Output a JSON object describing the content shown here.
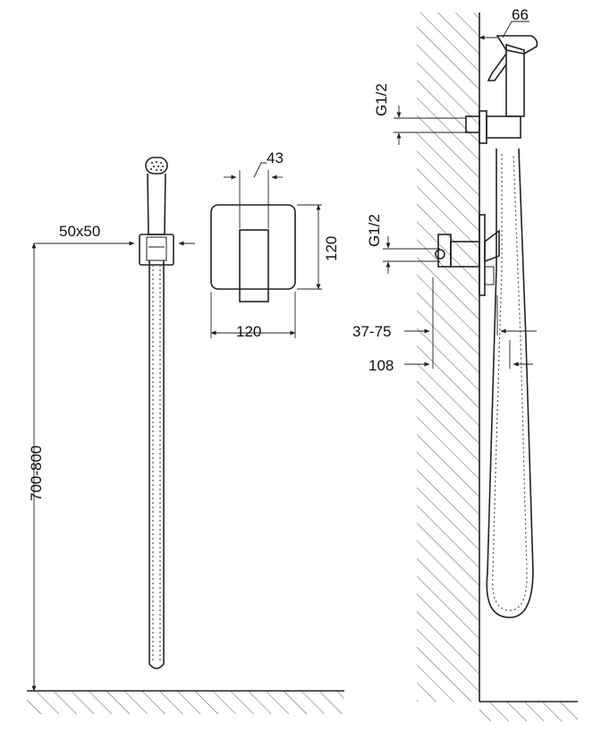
{
  "labels": {
    "mount_size": "50x50",
    "hose_length": "700-800",
    "plate_depth": "43",
    "plate_width": "120",
    "plate_height": "120",
    "holder_offset": "66",
    "holder_thread": "G1/2",
    "valve_thread": "G1/2",
    "install_depth": "37-75",
    "valve_projection": "108"
  }
}
